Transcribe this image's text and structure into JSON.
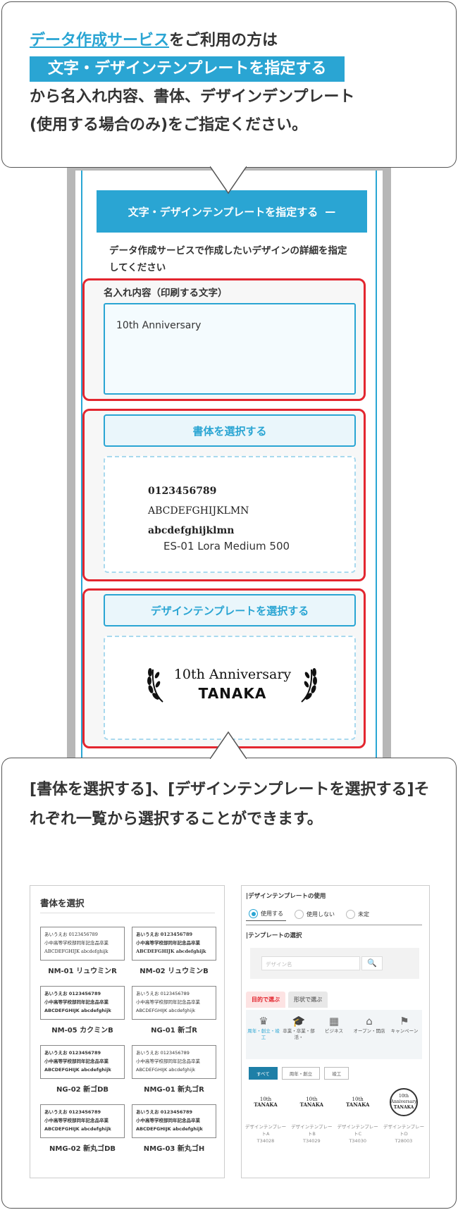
{
  "intro": {
    "link_text": "データ作成サービス",
    "line1_rest": "をご利用の方は",
    "band_text": "文字・デザインテンプレートを指定する",
    "line3": "から名入れ内容、書体、デザインデンプレート",
    "line4": "(使用する場合のみ)をご指定ください。"
  },
  "accordion": {
    "header": "文字・デザインテンプレートを指定する",
    "collapse_symbol": "—",
    "description": "データ作成サービスで作成したいデザインの詳細を指定してください"
  },
  "name_field": {
    "label": "名入れ内容（印刷する文字）",
    "value": "10th Anniversary"
  },
  "font_section": {
    "button_label": "書体を選択する",
    "sample_digits": "0123456789",
    "sample_upper": "ABCDEFGHIJKLMN",
    "sample_lower": "abcdefghijklmn",
    "font_name": "ES-01 Lora Medium 500"
  },
  "template_section": {
    "button_label": "デザインテンプレートを選択する",
    "preview_line1": "10th Anniversary",
    "preview_line2": "TANAKA"
  },
  "note": {
    "text": "[書体を選択する]、[デザインテンプレートを選択する]それぞれ一覧から選択することができます。"
  },
  "font_list": {
    "title": "書体を選択",
    "sample_kana": "あいうえお 0123456789",
    "sample_kanji": "小中高等学校部同年記念品卒業",
    "sample_alpha": "ABCDEFGHIJK abcdefghijk",
    "fonts": [
      {
        "label": "NM-01 リュウミンR"
      },
      {
        "label": "NM-02 リュウミンB"
      },
      {
        "label": "NM-05 カクミンB"
      },
      {
        "label": "NG-01 新ゴR"
      },
      {
        "label": "NG-02 新ゴDB"
      },
      {
        "label": "NMG-01 新丸ゴR"
      },
      {
        "label": "NMG-02 新丸ゴDB"
      },
      {
        "label": "NMG-03 新丸ゴH"
      }
    ]
  },
  "template_list": {
    "usage_heading": "|デザインテンプレートの使用",
    "radios": [
      "使用する",
      "使用しない",
      "未定"
    ],
    "select_heading": "|テンプレートの選択",
    "search_placeholder": "デザイン名",
    "search_icon": "🔍",
    "tabs": [
      "目的で選ぶ",
      "形状で選ぶ"
    ],
    "categories": [
      {
        "icon": "crown-icon",
        "glyph": "♛",
        "label": "周年・創立・竣工"
      },
      {
        "icon": "graduation-cap-icon",
        "glyph": "🎓",
        "label": "卒業・卒業・部活・"
      },
      {
        "icon": "building-icon",
        "glyph": "▦",
        "label": "ビジネス"
      },
      {
        "icon": "shop-icon",
        "glyph": "⌂",
        "label": "オープン・開店"
      },
      {
        "icon": "flag-icon",
        "glyph": "⚑",
        "label": "キャンペーン"
      }
    ],
    "chips": [
      "すべて",
      "周年・創立",
      "竣工"
    ],
    "templates": [
      {
        "img1": "10th",
        "img2": "TANAKA",
        "name": "デザインテンプレートA",
        "code": "T34028"
      },
      {
        "img1": "10th",
        "img2": "TANAKA",
        "name": "デザインテンプレートB",
        "code": "T34029"
      },
      {
        "img1": "10th",
        "img2": "TANAKA",
        "name": "デザインテンプレートC",
        "code": "T34030"
      },
      {
        "img1": "10th Anniversary",
        "img2": "TANAKA",
        "name": "デザインテンプレートD",
        "code": "T28003"
      }
    ]
  },
  "colors": {
    "accent": "#2aa5d3",
    "highlight": "#e3262f"
  }
}
